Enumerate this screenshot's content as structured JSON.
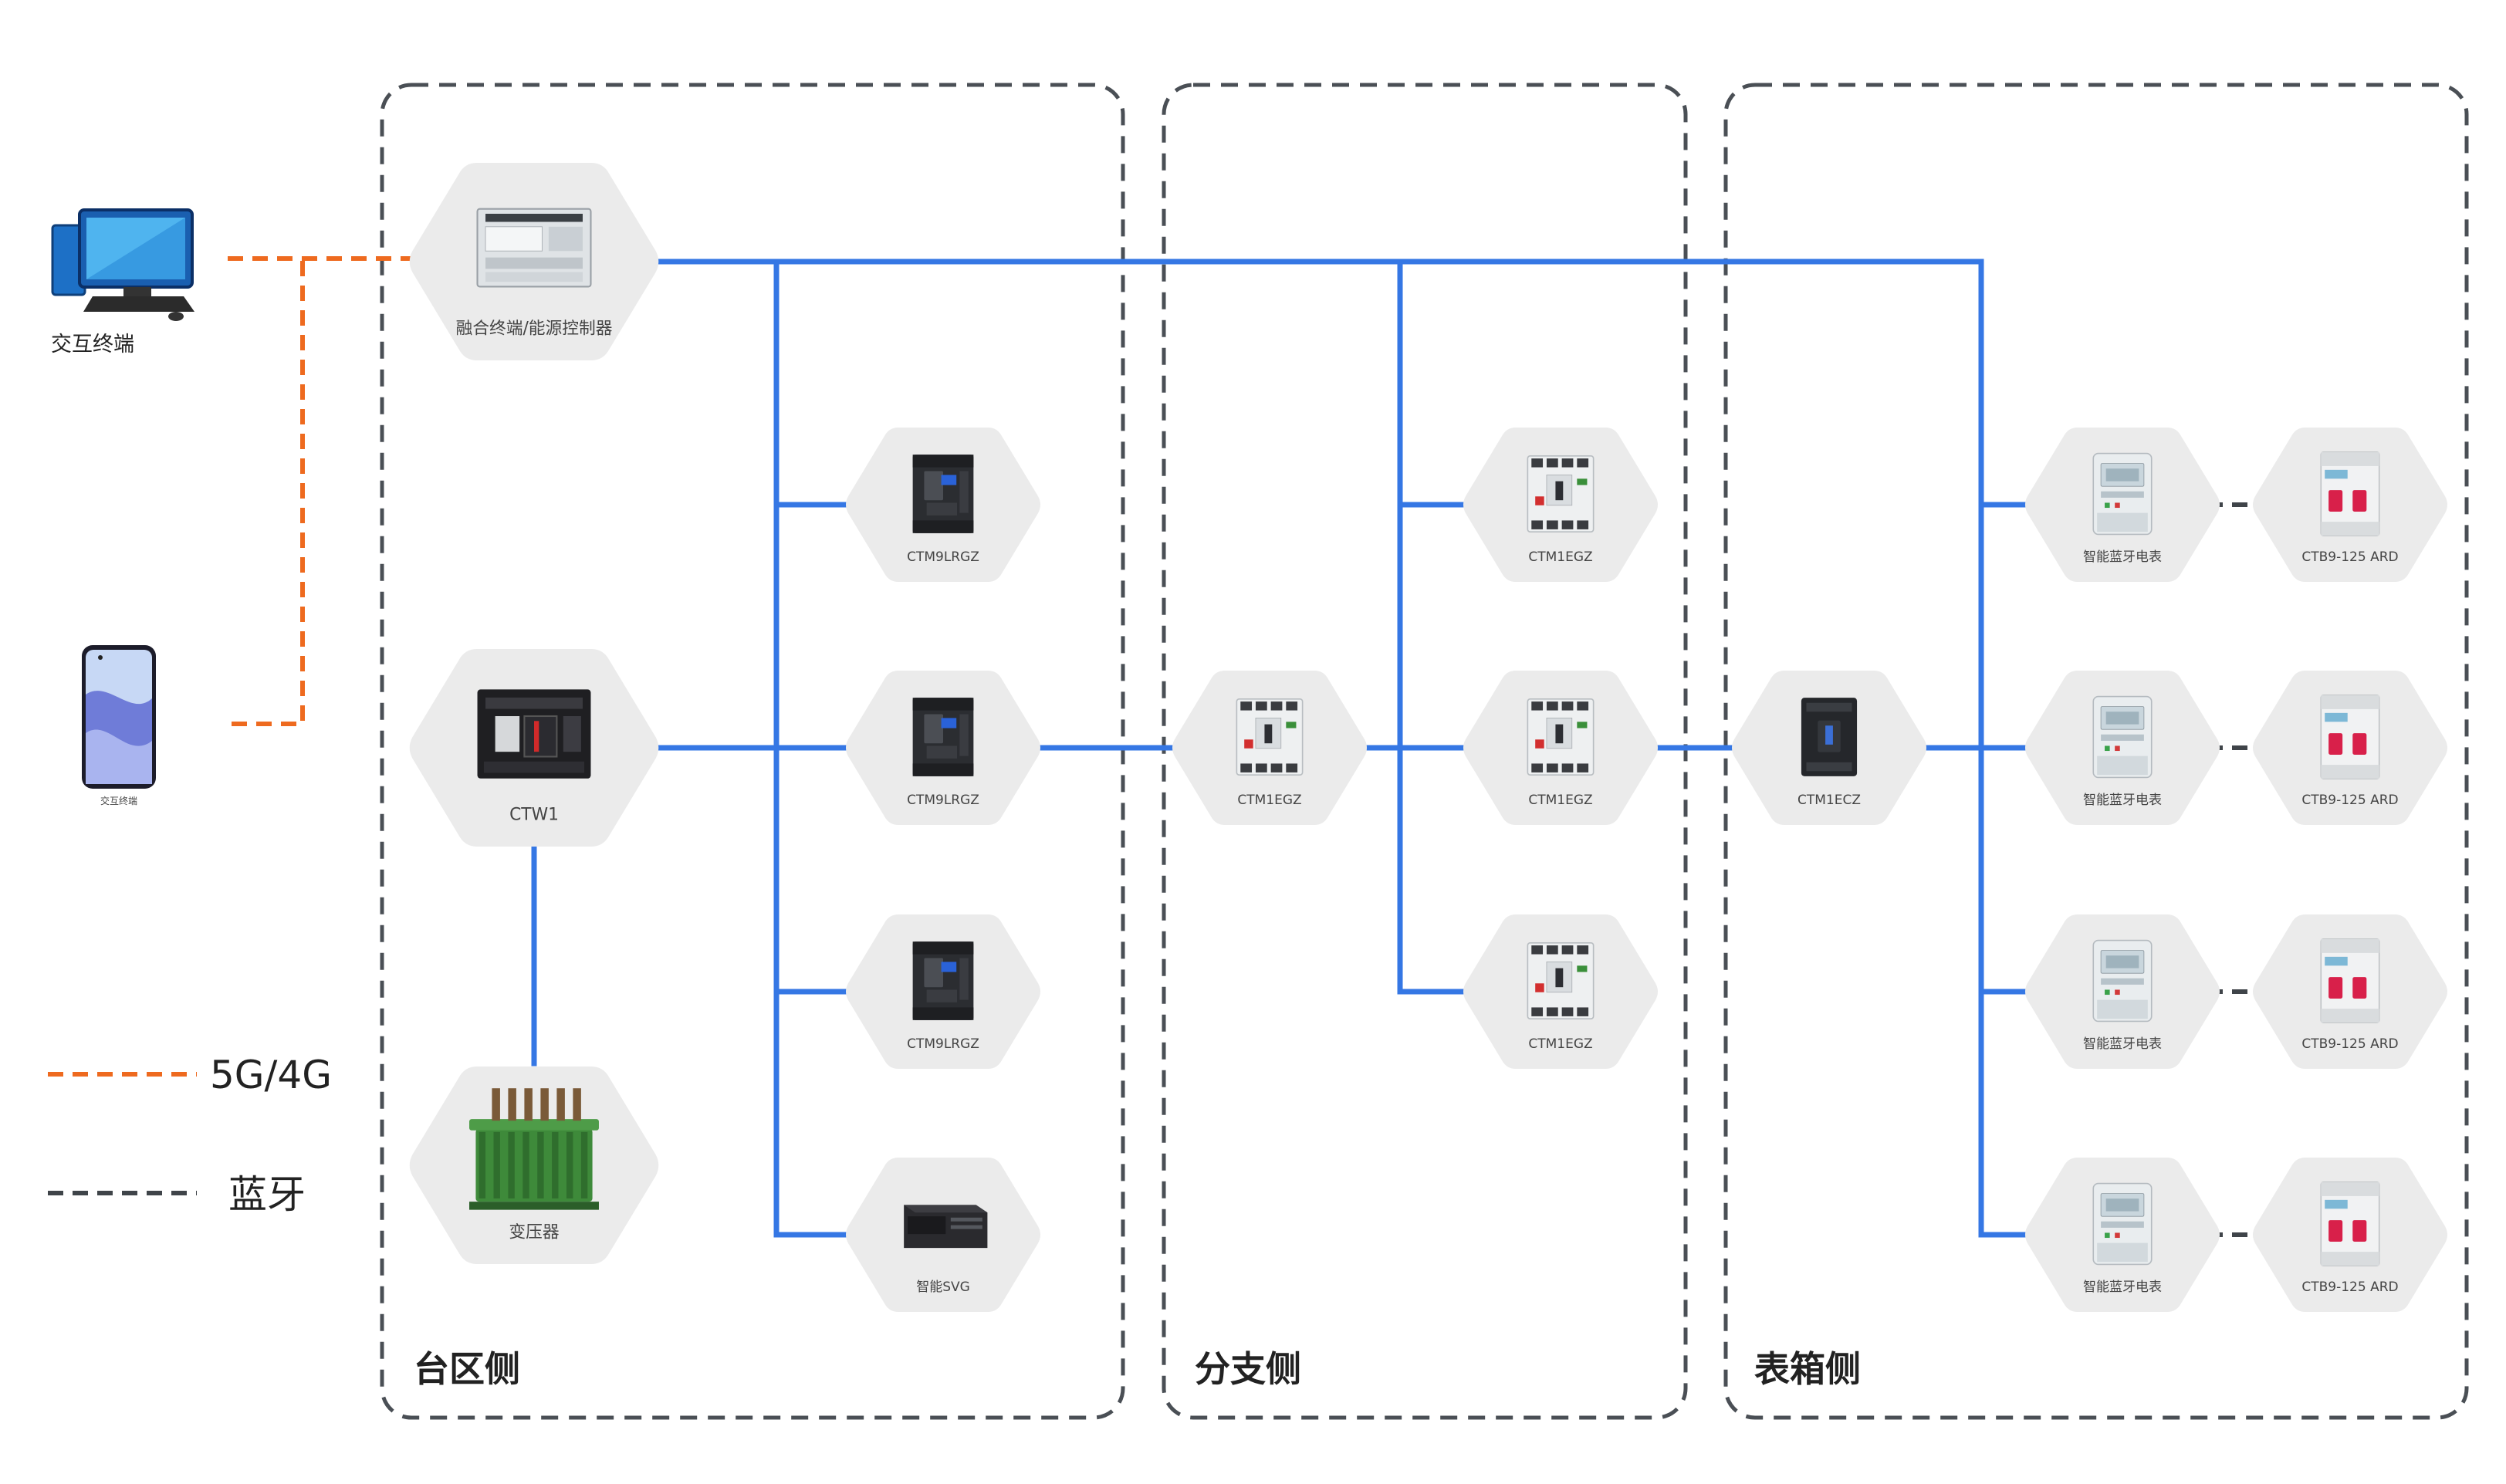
{
  "colors": {
    "bus_line": "#3577e4",
    "cellular_line": "#ee6a1f",
    "bluetooth_line": "#3f4449",
    "zone_border": "#4a4f55",
    "hex_fill": "#ebebeb"
  },
  "terminals": [
    {
      "id": "pc",
      "label": "交互终端",
      "icon": "desktop-computer-icon"
    },
    {
      "id": "phone",
      "label": "交互终端",
      "icon": "smartphone-icon"
    }
  ],
  "zones": [
    {
      "id": "taiqu",
      "title": "台区侧"
    },
    {
      "id": "fenzhi",
      "title": "分支侧"
    },
    {
      "id": "biaoxiang",
      "title": "表箱侧"
    }
  ],
  "legend": [
    {
      "id": "cellular",
      "label": "5G/4G"
    },
    {
      "id": "bluetooth",
      "label": "蓝牙"
    }
  ],
  "devices": [
    {
      "id": "fusion",
      "label": "融合终端/能源控制器",
      "icon": "fusion-terminal-icon"
    },
    {
      "id": "ctw1",
      "label": "CTW1",
      "icon": "air-circuit-breaker-icon"
    },
    {
      "id": "transformer",
      "label": "变压器",
      "icon": "transformer-icon"
    },
    {
      "id": "lrgz1",
      "label": "CTM9LRGZ",
      "icon": "residual-current-breaker-icon"
    },
    {
      "id": "lrgz2",
      "label": "CTM9LRGZ",
      "icon": "residual-current-breaker-icon"
    },
    {
      "id": "lrgz3",
      "label": "CTM9LRGZ",
      "icon": "residual-current-breaker-icon"
    },
    {
      "id": "svg",
      "label": "智能SVG",
      "icon": "svg-compensator-icon"
    },
    {
      "id": "egz_main",
      "label": "CTM1EGZ",
      "icon": "molded-case-breaker-icon"
    },
    {
      "id": "egz1",
      "label": "CTM1EGZ",
      "icon": "molded-case-breaker-icon"
    },
    {
      "id": "egz2",
      "label": "CTM1EGZ",
      "icon": "molded-case-breaker-icon"
    },
    {
      "id": "egz3",
      "label": "CTM1EGZ",
      "icon": "molded-case-breaker-icon"
    },
    {
      "id": "ecz",
      "label": "CTM1ECZ",
      "icon": "dark-molded-case-breaker-icon"
    },
    {
      "id": "meter1",
      "label": "智能蓝牙电表",
      "icon": "smart-meter-icon"
    },
    {
      "id": "meter2",
      "label": "智能蓝牙电表",
      "icon": "smart-meter-icon"
    },
    {
      "id": "meter3",
      "label": "智能蓝牙电表",
      "icon": "smart-meter-icon"
    },
    {
      "id": "meter4",
      "label": "智能蓝牙电表",
      "icon": "smart-meter-icon"
    },
    {
      "id": "ctb1",
      "label": "CTB9-125 ARD",
      "icon": "miniature-breaker-icon"
    },
    {
      "id": "ctb2",
      "label": "CTB9-125 ARD",
      "icon": "miniature-breaker-icon"
    },
    {
      "id": "ctb3",
      "label": "CTB9-125 ARD",
      "icon": "miniature-breaker-icon"
    },
    {
      "id": "ctb4",
      "label": "CTB9-125 ARD",
      "icon": "miniature-breaker-icon"
    }
  ]
}
